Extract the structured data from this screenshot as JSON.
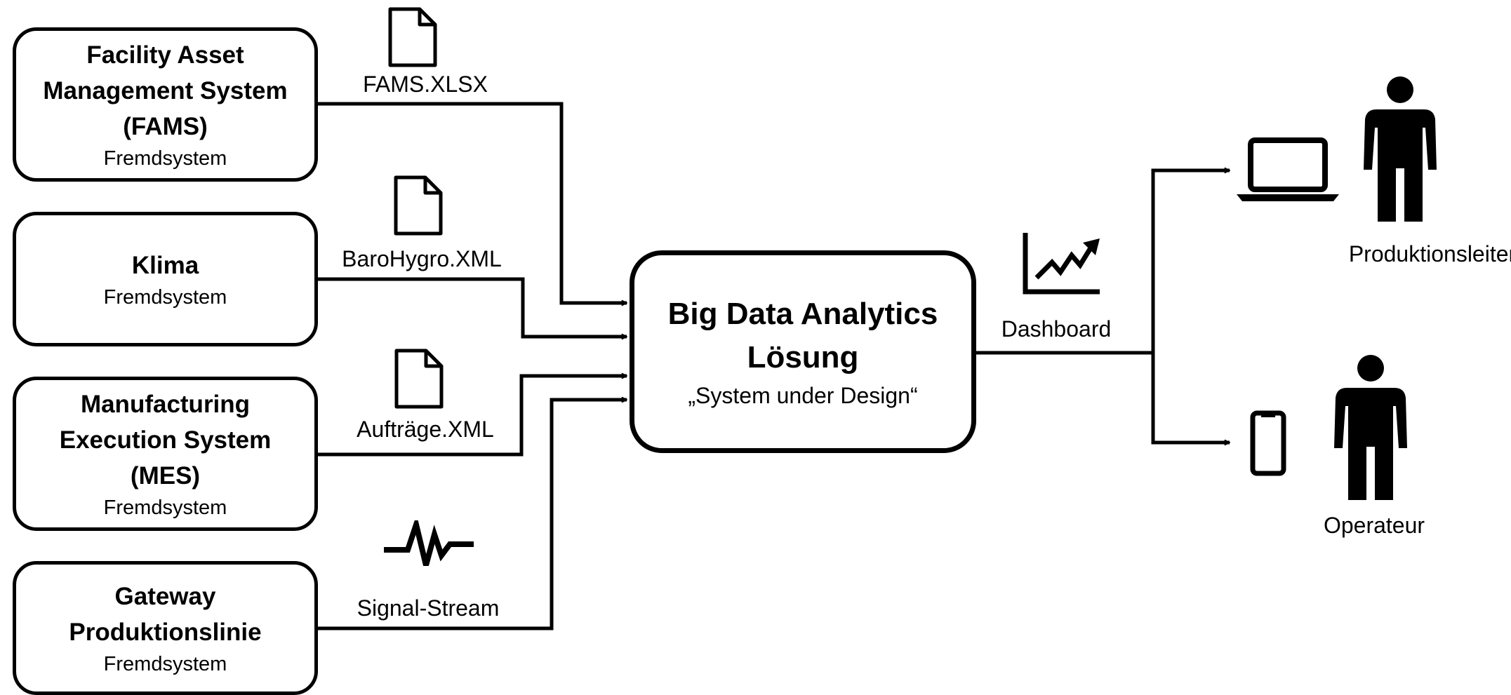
{
  "sources": [
    {
      "title_lines": [
        "Facility Asset",
        "Management System",
        "(FAMS)"
      ],
      "subtitle": "Fremdsystem",
      "data_label": "FAMS.XLSX",
      "data_icon": "document-icon"
    },
    {
      "title_lines": [
        "Klima"
      ],
      "subtitle": "Fremdsystem",
      "data_label": "BaroHygro.XML",
      "data_icon": "document-icon"
    },
    {
      "title_lines": [
        "Manufacturing",
        "Execution System",
        "(MES)"
      ],
      "subtitle": "Fremdsystem",
      "data_label": "Aufträge.XML",
      "data_icon": "document-icon"
    },
    {
      "title_lines": [
        "Gateway",
        "Produktionslinie"
      ],
      "subtitle": "Fremdsystem",
      "data_label": "Signal-Stream",
      "data_icon": "signal-wave-icon"
    }
  ],
  "center": {
    "title_lines": [
      "Big Data Analytics",
      "Lösung"
    ],
    "subtitle": "„System under Design“"
  },
  "output": {
    "label": "Dashboard",
    "icon": "chart-trend-icon"
  },
  "users": [
    {
      "label": "Produktionsleiter",
      "device_icon": "laptop-icon",
      "person_icon": "person-icon"
    },
    {
      "label": "Operateur",
      "device_icon": "smartphone-icon",
      "person_icon": "person-icon"
    }
  ]
}
